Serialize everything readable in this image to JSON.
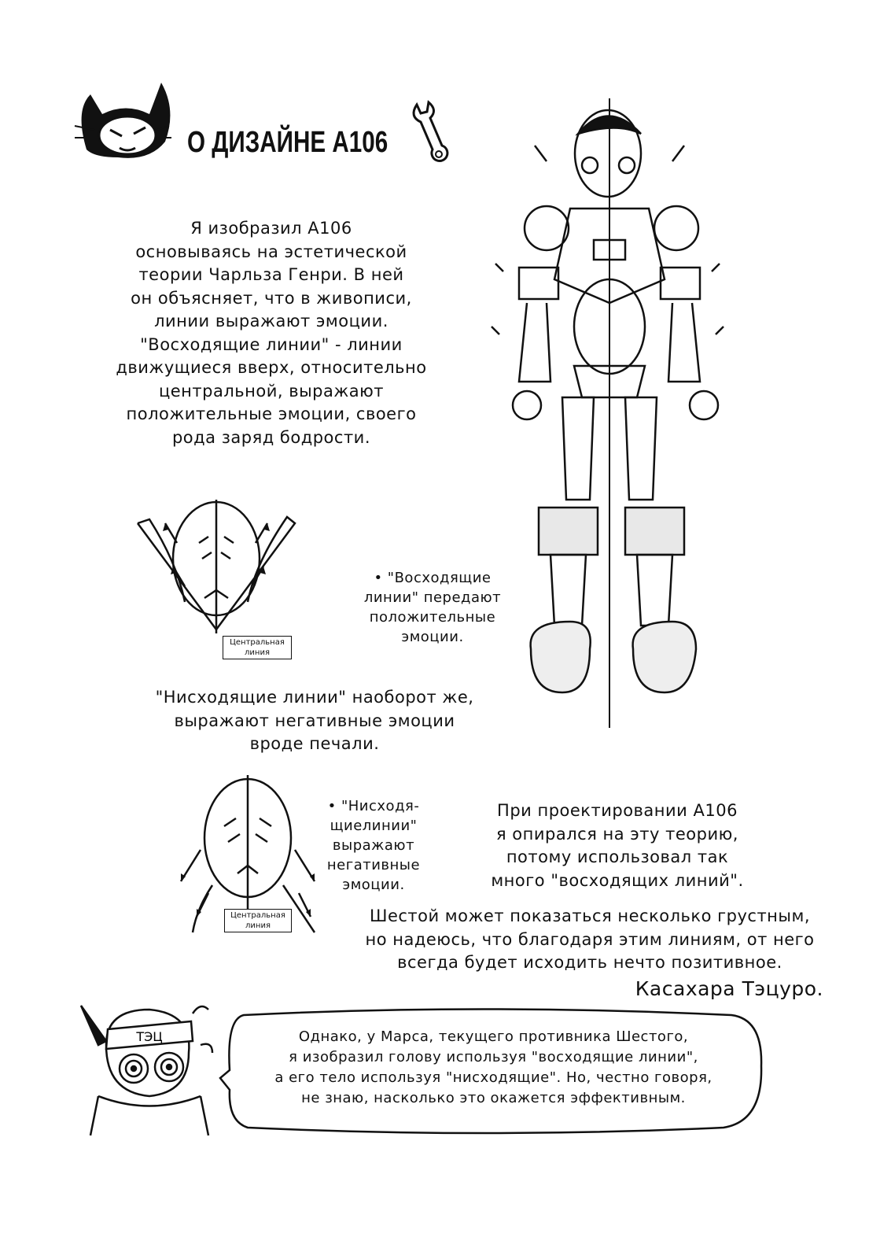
{
  "title": "О ДИЗАЙНЕ А106",
  "intro": [
    "Я изобразил А106",
    "основываясь на эстетической",
    "теории Чарльза Генри. В ней",
    "он объясняет, что в живописи,",
    "линии выражают эмоции.",
    "\"Восходящие линии\" - линии",
    "движущиеся вверх, относительно",
    "центральной, выражают",
    "положительные эмоции, своего",
    "рода заряд бодрости."
  ],
  "diagram_up": {
    "center_label": [
      "Центральная",
      "линия"
    ],
    "caption": [
      "• \"Восходящие",
      "линии\" передают",
      "положительные",
      "эмоции."
    ]
  },
  "down_intro": [
    "\"Нисходящие линии\" наоборот же,",
    "выражают негативные эмоции",
    "вроде печали."
  ],
  "diagram_down": {
    "center_label": [
      "Центральная",
      "линия"
    ],
    "caption": [
      "• \"Нисходя-",
      "щиелинии\"",
      "выражают",
      "негативные",
      "эмоции."
    ]
  },
  "design_note": [
    "При проектировании А106",
    "я опирался на эту теорию,",
    "потому использовал так",
    "много \"восходящих линий\"."
  ],
  "closing": [
    "Шестой может показаться несколько грустным,",
    "но надеюсь, что благодаря этим линиям, от него",
    "всегда будет исходить нечто позитивное."
  ],
  "signature": "Касахара Тэцуро.",
  "bubble": [
    "Однако, у Марса, текущего противника Шестого,",
    "я изобразил голову используя \"восходящие линии\",",
    "а его тело используя \"нисходящие\". Но, честно говоря,",
    "не знаю, насколько это окажется эффективным."
  ],
  "author_headband": "ТЭЦ"
}
